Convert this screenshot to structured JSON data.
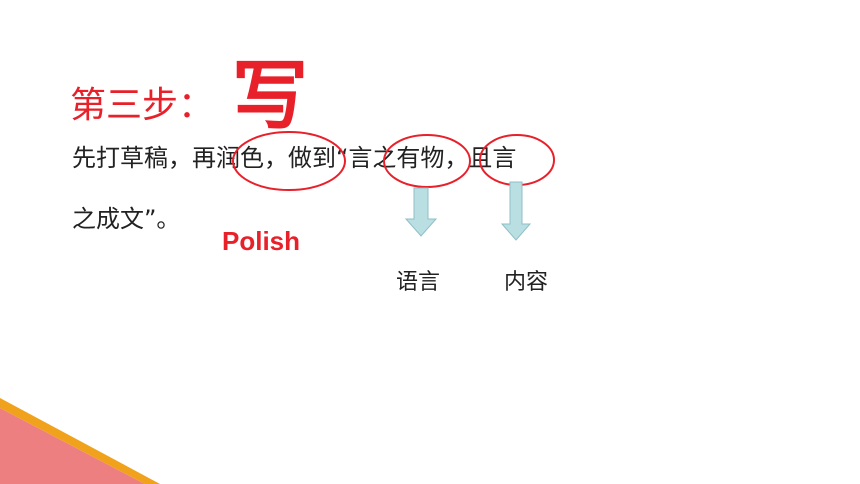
{
  "heading": {
    "step_label": "第三步：",
    "main_char": "写"
  },
  "body": {
    "line1": "先打草稿，再润色，做到“言之有物，且言",
    "line2": "之成文”。"
  },
  "annotations": {
    "polish": "Polish",
    "language": "语言",
    "content": "内容"
  },
  "colors": {
    "accent_red": "#e8202a",
    "arrow_fill": "#b9dfe3",
    "corner_pink": "#ee7f80",
    "corner_orange": "#f0a21c"
  }
}
